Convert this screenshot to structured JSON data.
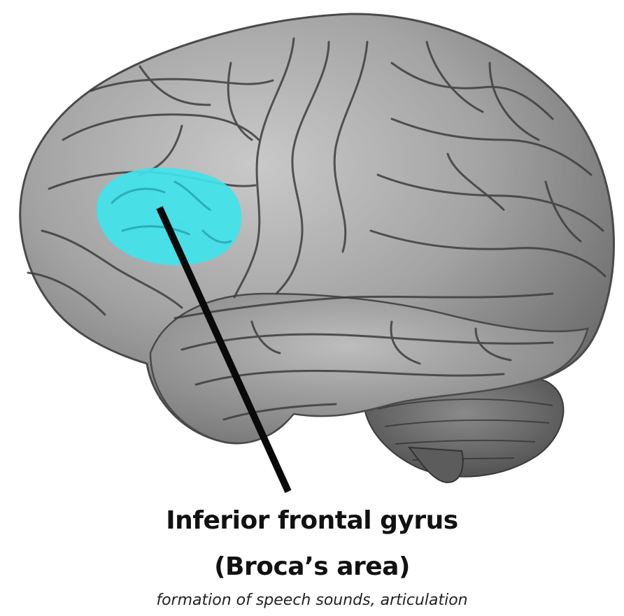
{
  "label": {
    "title": "Inferior frontal gyrus",
    "subtitle": "(Broca’s area)",
    "description": "formation of speech sounds, articulation"
  },
  "colors": {
    "highlight": "#3fe3ec",
    "brain": "#9a9a9a",
    "pointer": "#0a0a0a"
  }
}
